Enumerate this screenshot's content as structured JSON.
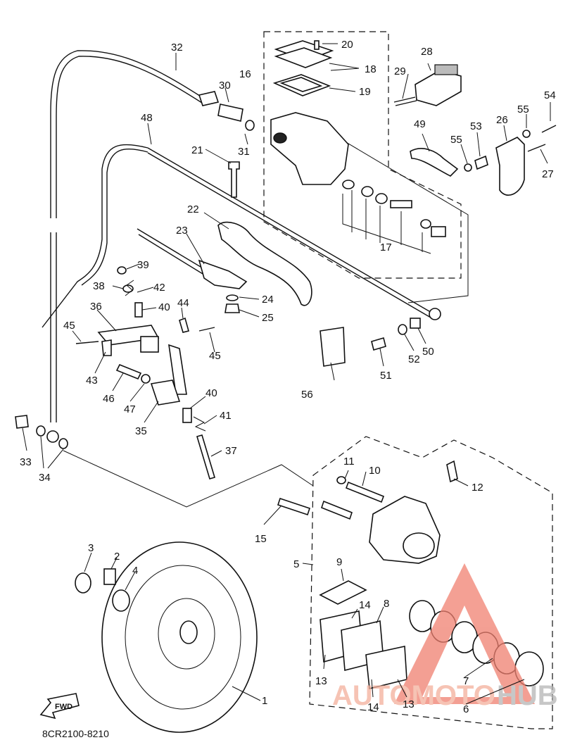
{
  "diagram": {
    "reference_code": "8CR2100-8210",
    "direction_label": "FWD",
    "watermark": {
      "brand_part1": "AUTOMOTO",
      "brand_part2": "HUB",
      "colors": {
        "primary": "#f08070",
        "secondary": "#9a9a9a"
      }
    },
    "callouts": [
      {
        "id": "c1",
        "label": "1"
      },
      {
        "id": "c2",
        "label": "2"
      },
      {
        "id": "c3",
        "label": "3"
      },
      {
        "id": "c4",
        "label": "4"
      },
      {
        "id": "c5",
        "label": "5"
      },
      {
        "id": "c6",
        "label": "6"
      },
      {
        "id": "c7",
        "label": "7"
      },
      {
        "id": "c8",
        "label": "8"
      },
      {
        "id": "c9",
        "label": "9"
      },
      {
        "id": "c10",
        "label": "10"
      },
      {
        "id": "c11",
        "label": "11"
      },
      {
        "id": "c12",
        "label": "12"
      },
      {
        "id": "c13a",
        "label": "13"
      },
      {
        "id": "c13b",
        "label": "13"
      },
      {
        "id": "c14a",
        "label": "14"
      },
      {
        "id": "c14b",
        "label": "14"
      },
      {
        "id": "c15",
        "label": "15"
      },
      {
        "id": "c16",
        "label": "16"
      },
      {
        "id": "c17",
        "label": "17"
      },
      {
        "id": "c18",
        "label": "18"
      },
      {
        "id": "c19",
        "label": "19"
      },
      {
        "id": "c20",
        "label": "20"
      },
      {
        "id": "c21",
        "label": "21"
      },
      {
        "id": "c22",
        "label": "22"
      },
      {
        "id": "c23",
        "label": "23"
      },
      {
        "id": "c24",
        "label": "24"
      },
      {
        "id": "c25",
        "label": "25"
      },
      {
        "id": "c26",
        "label": "26"
      },
      {
        "id": "c27",
        "label": "27"
      },
      {
        "id": "c28",
        "label": "28"
      },
      {
        "id": "c29",
        "label": "29"
      },
      {
        "id": "c30",
        "label": "30"
      },
      {
        "id": "c31",
        "label": "31"
      },
      {
        "id": "c32",
        "label": "32"
      },
      {
        "id": "c33",
        "label": "33"
      },
      {
        "id": "c34",
        "label": "34"
      },
      {
        "id": "c35",
        "label": "35"
      },
      {
        "id": "c36",
        "label": "36"
      },
      {
        "id": "c37",
        "label": "37"
      },
      {
        "id": "c38",
        "label": "38"
      },
      {
        "id": "c39",
        "label": "39"
      },
      {
        "id": "c40a",
        "label": "40"
      },
      {
        "id": "c40b",
        "label": "40"
      },
      {
        "id": "c41",
        "label": "41"
      },
      {
        "id": "c42",
        "label": "42"
      },
      {
        "id": "c43",
        "label": "43"
      },
      {
        "id": "c44",
        "label": "44"
      },
      {
        "id": "c45a",
        "label": "45"
      },
      {
        "id": "c45b",
        "label": "45"
      },
      {
        "id": "c46",
        "label": "46"
      },
      {
        "id": "c47",
        "label": "47"
      },
      {
        "id": "c48",
        "label": "48"
      },
      {
        "id": "c49",
        "label": "49"
      },
      {
        "id": "c50",
        "label": "50"
      },
      {
        "id": "c51",
        "label": "51"
      },
      {
        "id": "c52",
        "label": "52"
      },
      {
        "id": "c53",
        "label": "53"
      },
      {
        "id": "c54",
        "label": "54"
      },
      {
        "id": "c55a",
        "label": "55"
      },
      {
        "id": "c55b",
        "label": "55"
      },
      {
        "id": "c56",
        "label": "56"
      }
    ]
  }
}
